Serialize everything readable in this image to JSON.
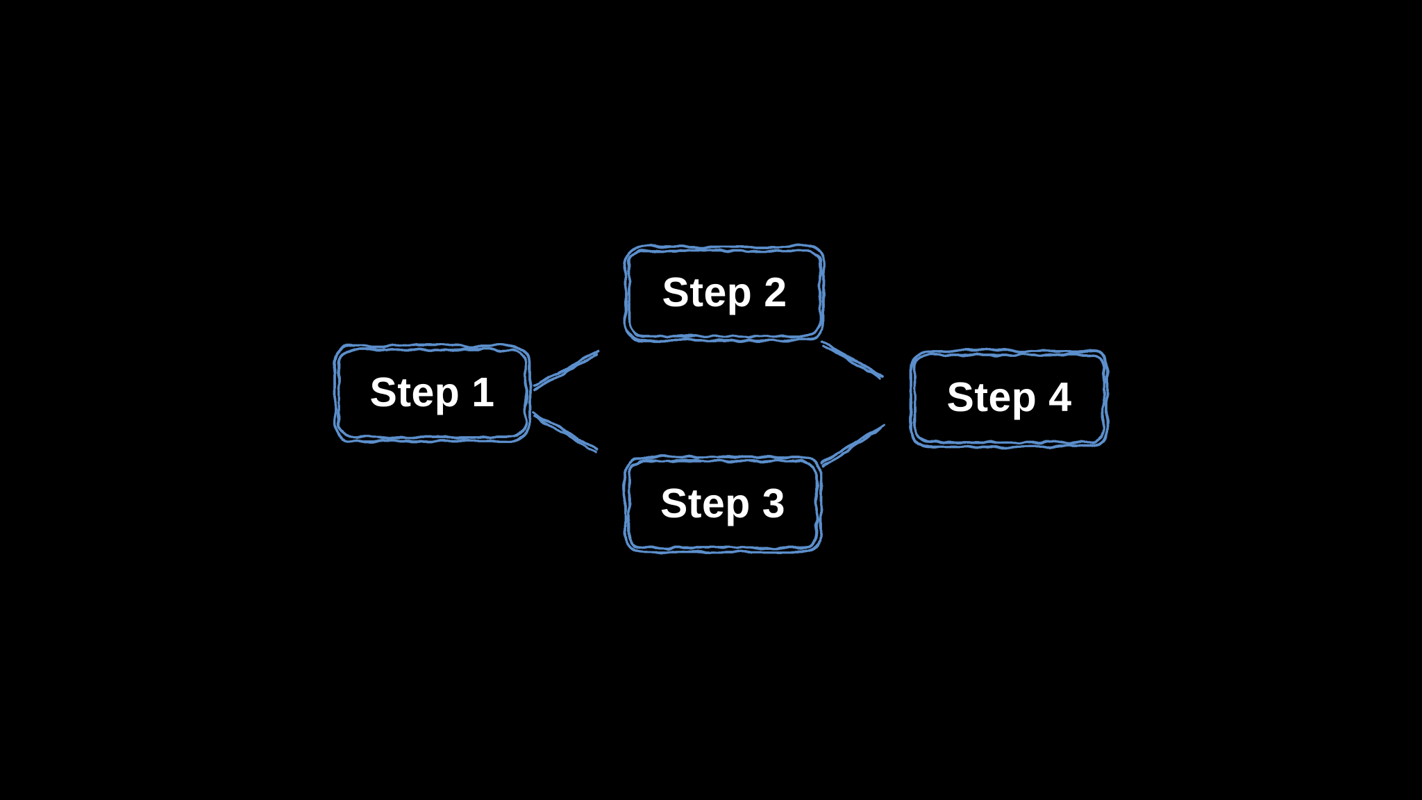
{
  "diagram": {
    "type": "flowchart",
    "nodes": [
      {
        "id": "step-1",
        "label": "Step 1"
      },
      {
        "id": "step-2",
        "label": "Step 2"
      },
      {
        "id": "step-3",
        "label": "Step 3"
      },
      {
        "id": "step-4",
        "label": "Step 4"
      }
    ],
    "edges": [
      {
        "from": "Step 1",
        "to": "Step 2"
      },
      {
        "from": "Step 1",
        "to": "Step 3"
      },
      {
        "from": "Step 2",
        "to": "Step 4"
      },
      {
        "from": "Step 3",
        "to": "Step 4"
      }
    ],
    "colors": {
      "background": "#000000",
      "accent": "#5b8fcc",
      "text": "#ffffff"
    }
  }
}
